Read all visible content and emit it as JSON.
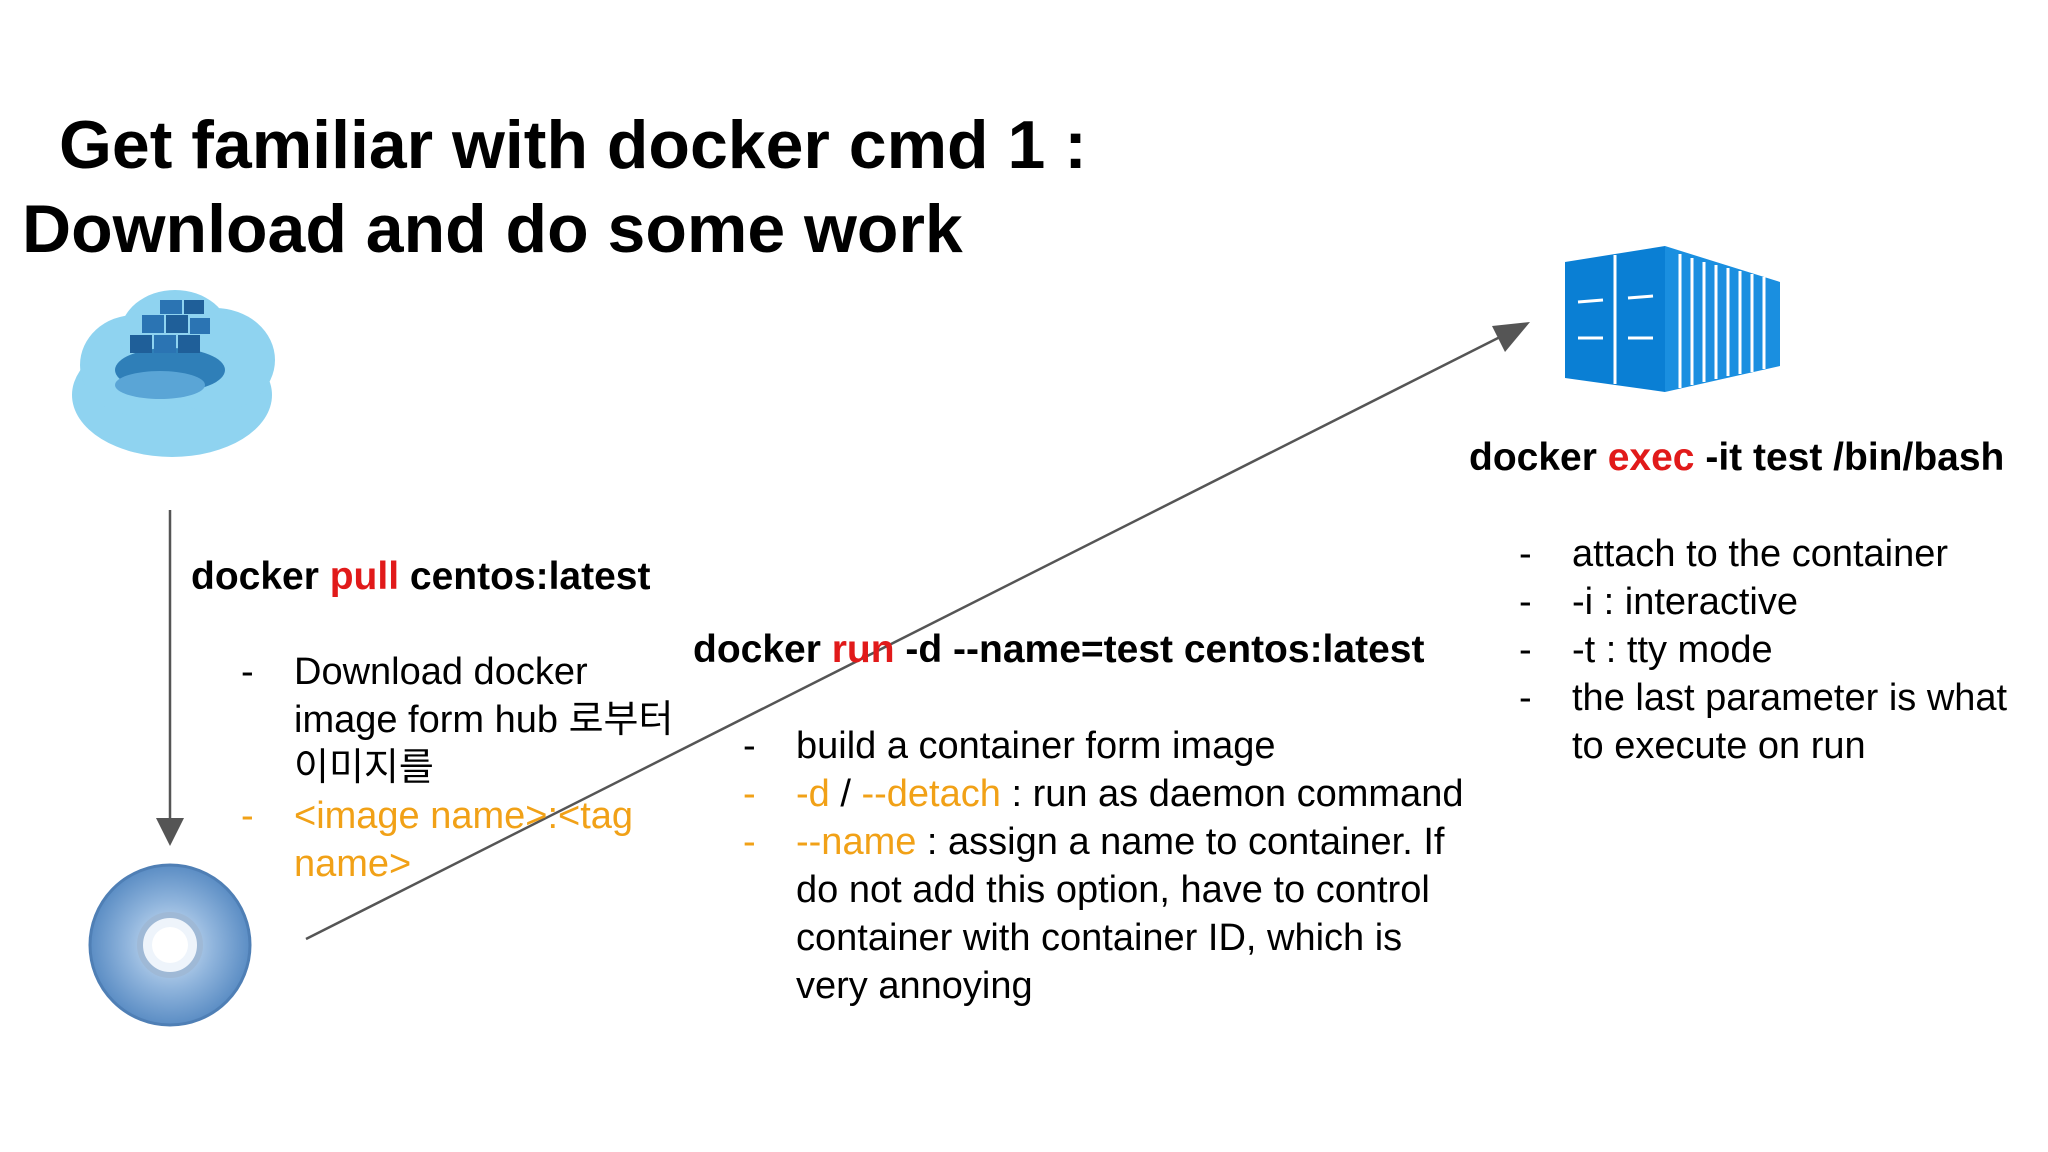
{
  "title": {
    "line1": "Get familiar with docker cmd 1 :",
    "line2": "Download and do some work"
  },
  "colors": {
    "accent": "#e11a1a",
    "option": "#f1a117",
    "arrow": "#555555"
  },
  "icons": {
    "registry": "docker-hub-cloud-icon",
    "image": "disc-image-icon",
    "container": "shipping-container-icon"
  },
  "pull": {
    "cmd_pre": "docker ",
    "cmd_key": "pull",
    "cmd_post": " centos:latest",
    "bullets": [
      {
        "dash": "-",
        "text": "Download docker image form hub 로부터 이미지를"
      },
      {
        "dash": "-",
        "text": "<image name>:<tag name>"
      }
    ]
  },
  "run": {
    "cmd_pre": "docker ",
    "cmd_key": "run",
    "cmd_post": " -d --name=test centos:latest",
    "bullets": [
      {
        "dash": "-",
        "text": "build a container form image"
      },
      {
        "dash": "-",
        "opt1": "-d",
        "sep": " / ",
        "opt2": "--detach",
        "text": " : run as daemon command"
      },
      {
        "dash": "-",
        "opt": "--name",
        "text": " : assign a name to container. If do not add this option, have to control container with container ID, which is very annoying"
      }
    ]
  },
  "exec": {
    "cmd_pre": "docker ",
    "cmd_key": "exec",
    "cmd_post": " -it test /bin/bash",
    "bullets": [
      {
        "dash": "-",
        "text": "attach to the container"
      },
      {
        "dash": "-",
        "text": "-i : interactive"
      },
      {
        "dash": "-",
        "text": "-t : tty mode"
      },
      {
        "dash": "-",
        "text": "the last parameter is what to execute on run"
      }
    ]
  }
}
